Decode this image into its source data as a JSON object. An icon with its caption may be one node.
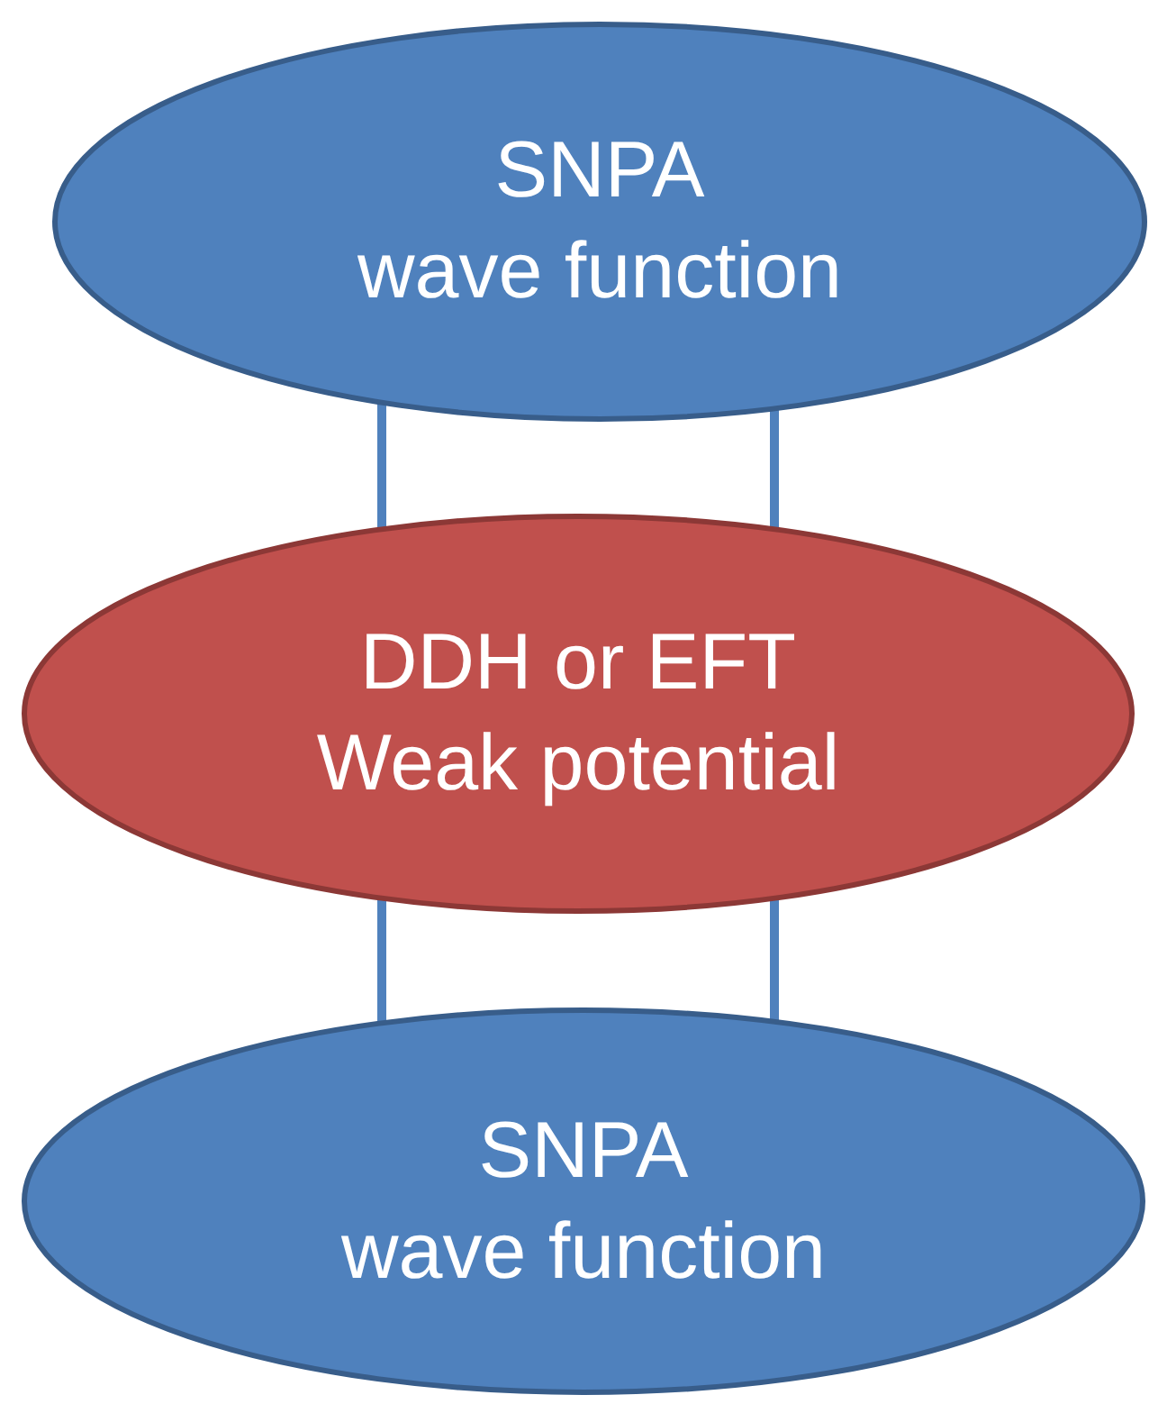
{
  "diagram": {
    "nodes": [
      {
        "text": [
          "SNPA",
          "wave function"
        ]
      },
      {
        "text": [
          "DDH or EFT",
          "Weak potential"
        ]
      },
      {
        "text": [
          "SNPA",
          "wave function"
        ]
      }
    ],
    "edges": [
      {
        "from": 0,
        "to": 1,
        "arrow": "none"
      },
      {
        "from": 0,
        "to": 1,
        "arrow": "none"
      },
      {
        "from": 1,
        "to": 2,
        "arrow": "none"
      },
      {
        "from": 1,
        "to": 2,
        "arrow": "none"
      }
    ]
  }
}
